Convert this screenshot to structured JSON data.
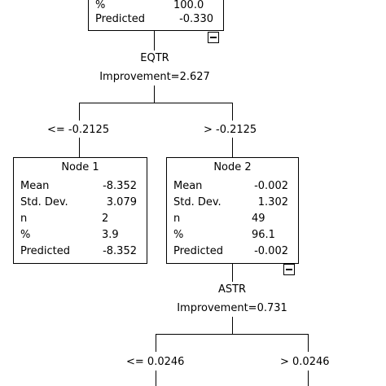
{
  "top_node": {
    "rows": [
      {
        "label": "%",
        "value": "100.0"
      },
      {
        "label": "Predicted",
        "value": "-0.330"
      }
    ]
  },
  "split1": {
    "variable": "EQTR",
    "improvement": "Improvement=2.627",
    "left_condition": "<= -0.2125",
    "right_condition": "> -0.2125"
  },
  "node1": {
    "title": "Node 1",
    "rows": [
      {
        "label": "Mean",
        "value": "-8.352"
      },
      {
        "label": "Std. Dev.",
        "value": "3.079"
      },
      {
        "label": "n",
        "value": "2"
      },
      {
        "label": "%",
        "value": "3.9"
      },
      {
        "label": "Predicted",
        "value": "-8.352"
      }
    ]
  },
  "node2": {
    "title": "Node 2",
    "rows": [
      {
        "label": "Mean",
        "value": "-0.002"
      },
      {
        "label": "Std. Dev.",
        "value": "1.302"
      },
      {
        "label": "n",
        "value": "49"
      },
      {
        "label": "%",
        "value": "96.1"
      },
      {
        "label": "Predicted",
        "value": "-0.002"
      }
    ]
  },
  "split2": {
    "variable": "ASTR",
    "improvement": "Improvement=0.731",
    "left_condition": "<= 0.0246",
    "right_condition": "> 0.0246"
  }
}
